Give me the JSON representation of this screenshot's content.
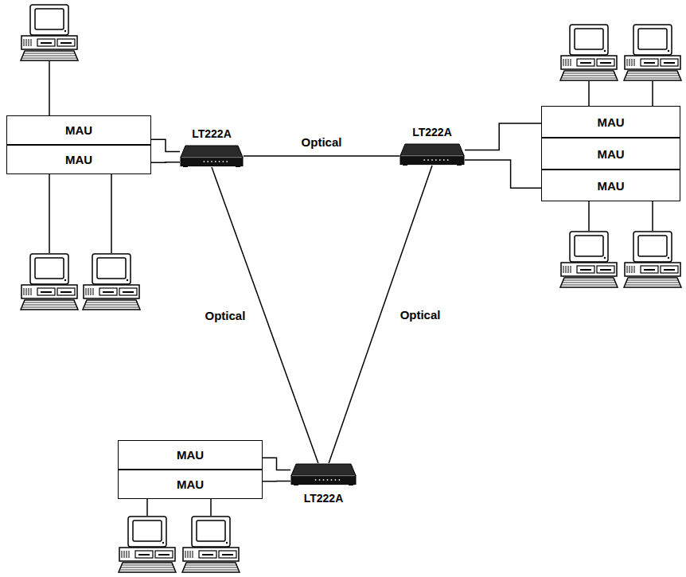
{
  "diagram": {
    "nodes": [
      {
        "text": [
          "MAU"
        ]
      },
      {
        "text": [
          "MAU"
        ]
      },
      {
        "text": [
          "LT222A"
        ]
      },
      {
        "text": [
          "LT222A"
        ]
      },
      {
        "text": [
          "MAU"
        ]
      },
      {
        "text": [
          "MAU"
        ]
      },
      {
        "text": [
          "MAU"
        ]
      },
      {
        "text": [
          "MAU"
        ]
      },
      {
        "text": [
          "MAU"
        ]
      },
      {
        "text": [
          "LT222A"
        ]
      }
    ],
    "edges": [
      {
        "from": 0,
        "to": 2,
        "arrow": "none"
      },
      {
        "from": 1,
        "to": 2,
        "arrow": "none"
      },
      {
        "from": 2,
        "to": 3,
        "label": "Optical",
        "arrow": "none"
      },
      {
        "from": 3,
        "to": 4,
        "arrow": "none"
      },
      {
        "from": 3,
        "to": 6,
        "arrow": "none"
      },
      {
        "from": 2,
        "to": 9,
        "label": "Optical",
        "arrow": "none"
      },
      {
        "from": 3,
        "to": 9,
        "label": "Optical",
        "arrow": "none"
      },
      {
        "from": 7,
        "to": 9,
        "arrow": "none"
      },
      {
        "from": 8,
        "to": 9,
        "arrow": "none"
      }
    ]
  }
}
